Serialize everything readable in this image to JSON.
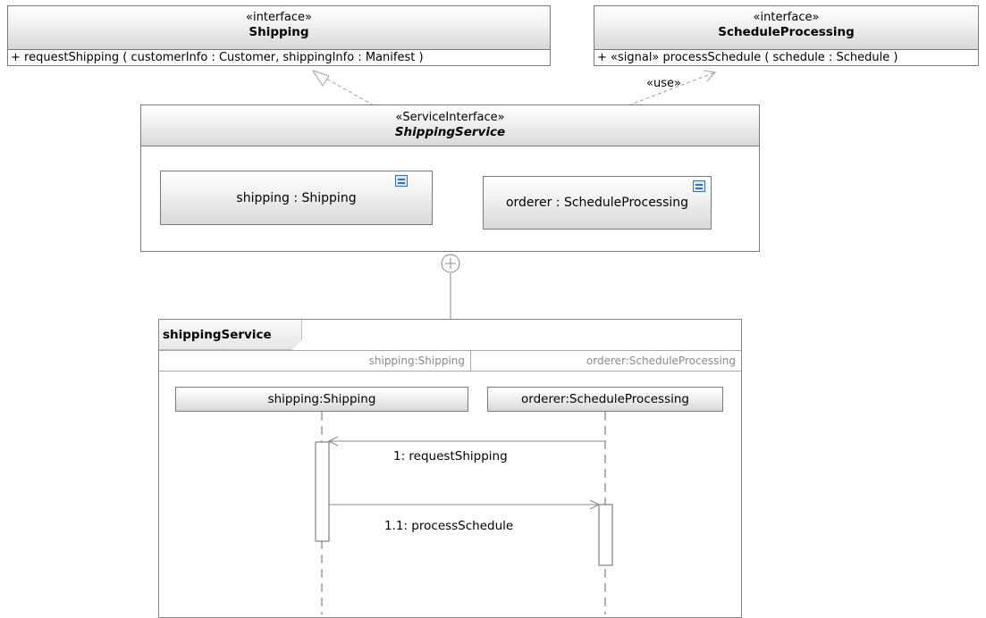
{
  "interfaces": {
    "shipping": {
      "stereotype": "«interface»",
      "name": "Shipping",
      "operation": "+ requestShipping ( customerInfo : Customer, shippingInfo : Manifest )"
    },
    "schedule_processing": {
      "stereotype": "«interface»",
      "name": "ScheduleProcessing",
      "operation": "+ «signal» processSchedule ( schedule : Schedule )"
    }
  },
  "use_label": "«use»",
  "service_interface": {
    "stereotype": "«ServiceInterface»",
    "name": "ShippingService",
    "parts": [
      "shipping : Shipping",
      "orderer : ScheduleProcessing"
    ]
  },
  "interaction": {
    "name": "shippingService",
    "lanes": [
      "shipping:Shipping",
      "orderer:ScheduleProcessing"
    ],
    "lifelines": [
      "shipping:Shipping",
      "orderer:ScheduleProcessing"
    ],
    "messages": [
      "1: requestShipping",
      "1.1: processSchedule"
    ]
  }
}
